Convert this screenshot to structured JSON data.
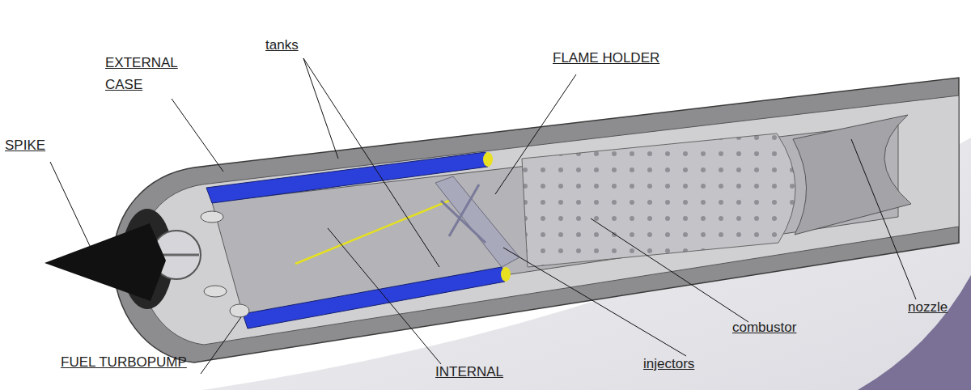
{
  "diagram": {
    "labels": [
      "tanks",
      "EXTERNAL CASE",
      "FLAME HOLDER",
      "SPIKE",
      "combustor",
      "nozzle",
      "FUEL TURBOPUMP",
      "INTERNAL",
      "injectors"
    ]
  }
}
